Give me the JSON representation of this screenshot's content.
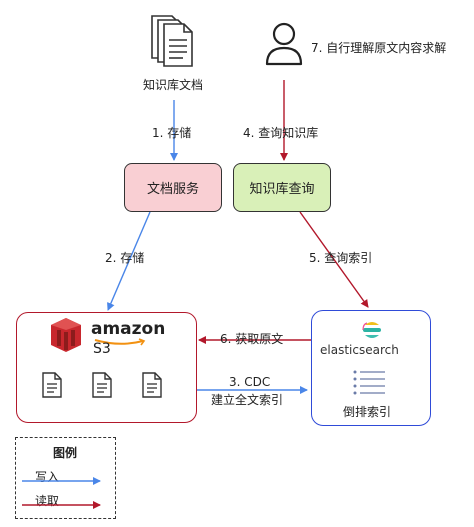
{
  "nodes": {
    "kb_docs": "知识库文档",
    "doc_service": "文档服务",
    "kb_query": "知识库查询",
    "amazon_logo": "amazon",
    "s3_label": "S3",
    "es_logo": "elasticsearch",
    "inverted_index": "倒排索引"
  },
  "edges": {
    "store1": "1. 存储",
    "store2": "2. 存储",
    "cdc_line1": "3. CDC",
    "cdc_line2": "建立全文索引",
    "query_kb": "4. 查询知识库",
    "query_index": "5. 查询索引",
    "fetch_original": "6. 获取原文",
    "understand": "7. 自行理解原文内容求解"
  },
  "legend": {
    "title": "图例",
    "write": "写入",
    "read": "读取"
  },
  "colors": {
    "write_arrow": "#4a86e8",
    "read_arrow": "#b2182b",
    "doc_service_fill": "#f9cfd3",
    "kb_query_fill": "#d9f0b8",
    "s3_border": "#b2182b",
    "es_border": "#2f4bd8",
    "s3_logo_red": "#c8272d",
    "es_logo_teal": "#2bb3a3"
  }
}
